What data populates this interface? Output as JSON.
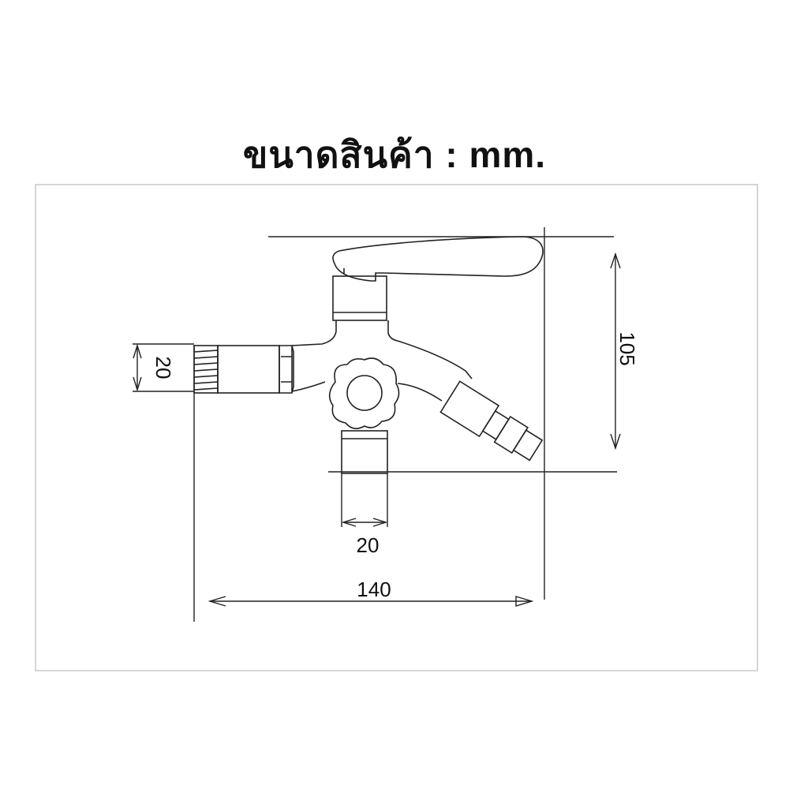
{
  "title": "ขนาดสินค้า : mm.",
  "dimensions": {
    "inlet_diameter": "20",
    "outlet_diameter": "20",
    "width": "140",
    "height": "105"
  }
}
